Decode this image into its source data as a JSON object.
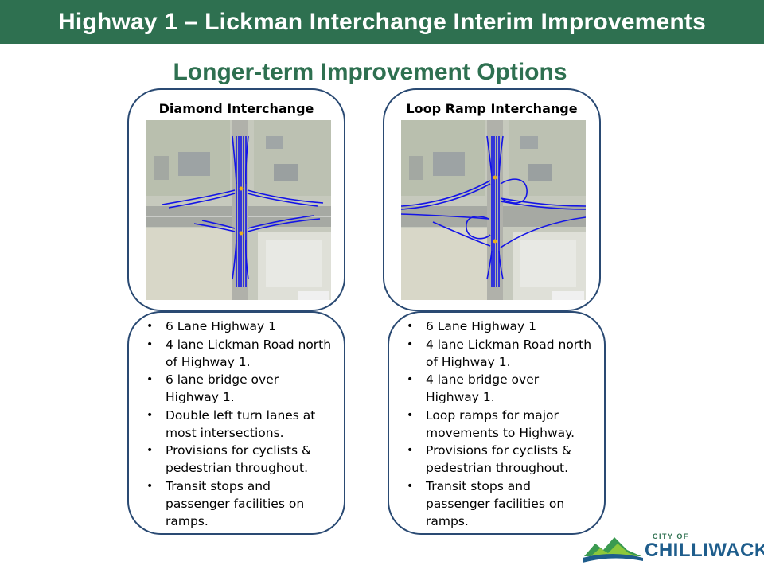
{
  "header": {
    "title": "Highway 1 – Lickman Interchange Interim Improvements"
  },
  "subtitle": "Longer-term Improvement Options",
  "options": [
    {
      "title": "Diamond Interchange",
      "bullets": [
        "6 Lane Highway 1",
        "4 lane Lickman Road north of Highway 1.",
        "6 lane bridge over Highway 1.",
        "Double left turn lanes at most intersections.",
        "Provisions for cyclists & pedestrian throughout.",
        "Transit stops and passenger facilities on ramps."
      ]
    },
    {
      "title": "Loop Ramp Interchange",
      "bullets": [
        "6 Lane Highway 1",
        "4 lane Lickman Road north of Highway 1.",
        "4 lane bridge over Highway 1.",
        "Loop ramps for major movements to Highway.",
        "Provisions for cyclists & pedestrian throughout.",
        "Transit stops and passenger facilities on ramps."
      ]
    }
  ],
  "logo": {
    "city_of": "CITY OF",
    "name": "CHILLIWACK"
  },
  "colors": {
    "header_green": "#2e7050",
    "card_border": "#2a4a73",
    "road_blue": "#1414e6",
    "logo_blue": "#1e5d8c"
  }
}
